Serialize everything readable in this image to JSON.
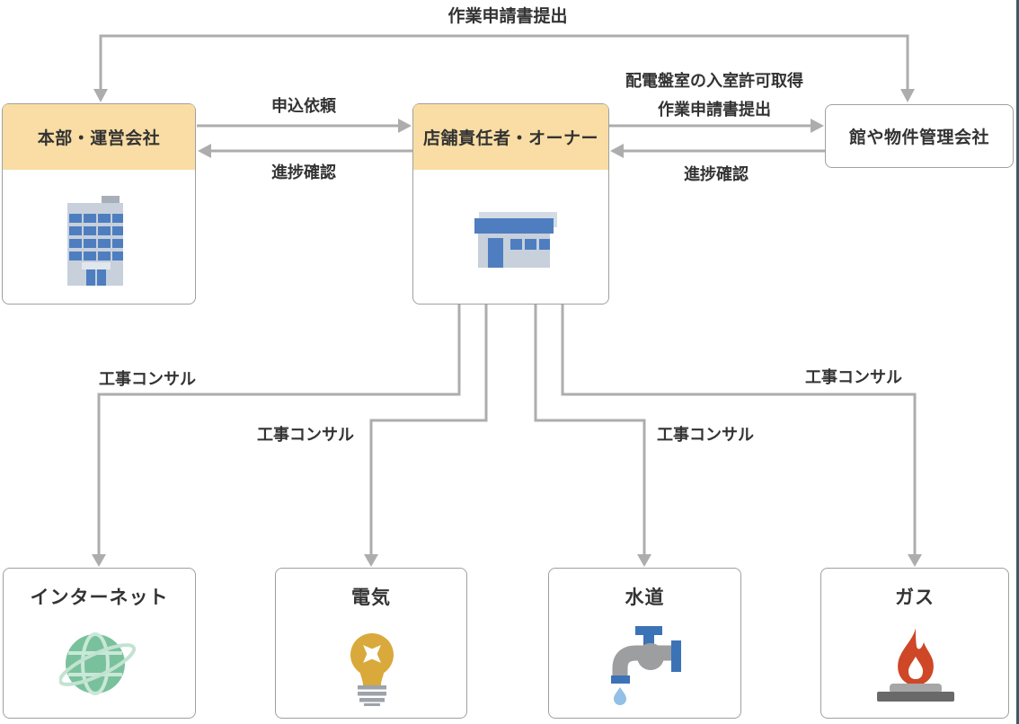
{
  "nodes": {
    "headquarters": {
      "label": "本部・運営会社",
      "icon": "office-building-icon"
    },
    "store_owner": {
      "label": "店舗責任者・オーナー",
      "icon": "storefront-icon"
    },
    "property_manager": {
      "label": "館や物件管理会社"
    },
    "internet": {
      "label": "インターネット",
      "icon": "globe-icon"
    },
    "electricity": {
      "label": "電気",
      "icon": "light-bulb-icon"
    },
    "water": {
      "label": "水道",
      "icon": "faucet-icon"
    },
    "gas": {
      "label": "ガス",
      "icon": "flame-icon"
    }
  },
  "edges": {
    "work_application_top": {
      "label": "作業申請書提出"
    },
    "application_request": {
      "label": "申込依頼"
    },
    "progress_check_left": {
      "label": "進捗確認"
    },
    "entry_and_work_application": {
      "label_line1": "配電盤室の入室許可取得",
      "label_line2": "作業申請書提出"
    },
    "progress_check_right": {
      "label": "進捗確認"
    },
    "consult_internet": {
      "label": "工事コンサル"
    },
    "consult_electricity": {
      "label": "工事コンサル"
    },
    "consult_water": {
      "label": "工事コンサル"
    },
    "consult_gas": {
      "label": "工事コンサル"
    }
  },
  "colors": {
    "header_fill": "#F9DDA4",
    "box_border": "#9FA0A2",
    "connector_gray": "#ADADAD",
    "text": "#333333",
    "icon_blue": "#4E7EC0",
    "icon_light_gray": "#C7D0DB",
    "globe_green": "#79C19D",
    "globe_grid": "#C9E8D7",
    "bulb_amber": "#D9A93B",
    "flame_red": "#CE4727",
    "faucet_gray": "#9C9EA0",
    "water_drop": "#92C0E6",
    "window_edge": "#3E5A64"
  }
}
